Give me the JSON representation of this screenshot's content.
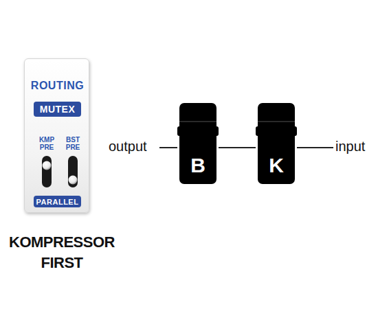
{
  "diagram": {
    "nodes": [
      {
        "text": [
          "ROUTING",
          "KMP PRE",
          "BST PRE"
        ]
      },
      {
        "text": [
          "MUTEX"
        ],
        "in": 0
      },
      {
        "text": [
          "PARALLEL"
        ],
        "in": 0
      },
      {
        "text": [
          "B"
        ]
      },
      {
        "text": [
          "K"
        ]
      }
    ],
    "edges": [
      {
        "from": 4,
        "to": 3,
        "arrow": "none"
      }
    ],
    "labels": [
      "output",
      "input",
      "KOMPRESSOR FIRST"
    ]
  }
}
